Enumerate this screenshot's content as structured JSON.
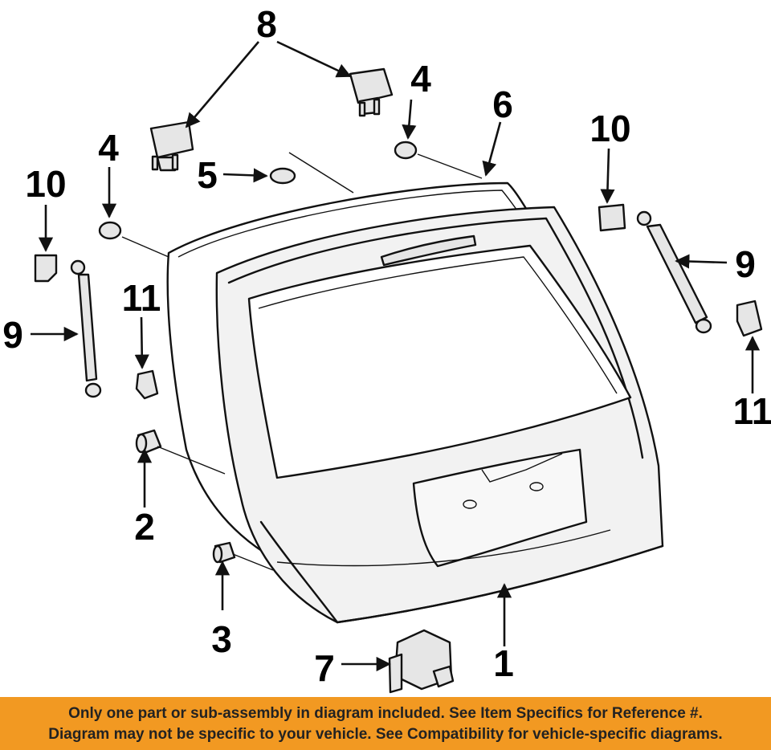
{
  "callouts": {
    "c1": "1",
    "c2": "2",
    "c3": "3",
    "c4a": "4",
    "c4b": "4",
    "c5": "5",
    "c6": "6",
    "c7": "7",
    "c8": "8",
    "c9a": "9",
    "c9b": "9",
    "c10a": "10",
    "c10b": "10",
    "c11a": "11",
    "c11b": "11"
  },
  "notice": {
    "line1": "Only one part or sub-assembly in diagram included. See Item Specifics for Reference #.",
    "line2": "Diagram may not be specific to your vehicle. See Compatibility for vehicle-specific diagrams."
  },
  "colors": {
    "banner": "#f29922",
    "ink": "#111111",
    "part_fill": "#e6e6e6"
  }
}
